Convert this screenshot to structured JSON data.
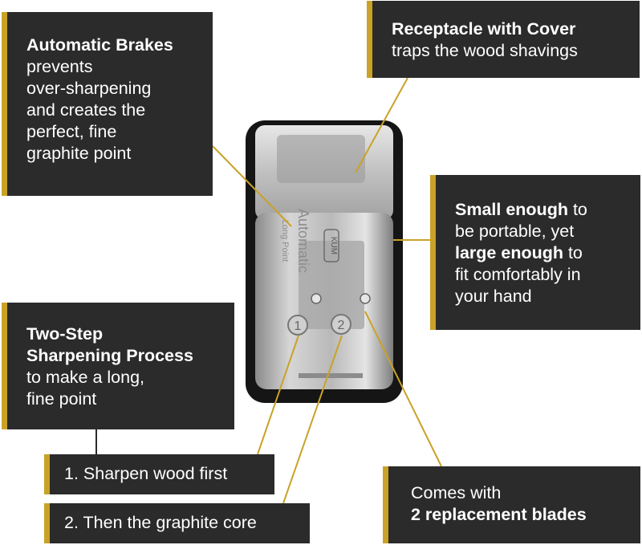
{
  "callouts": {
    "brakes": {
      "heading": "Automatic Brakes",
      "text_lines": [
        "prevents",
        "over-sharpening",
        "and creates the",
        "perfect, fine",
        "graphite point"
      ]
    },
    "receptacle": {
      "heading": "Receptacle with Cover",
      "text": "traps the wood shavings"
    },
    "size": {
      "l1_bold": "Small enough",
      "l1_rest": " to",
      "l2": "be portable, yet",
      "l3_bold": "large enough",
      "l3_rest": " to",
      "l4": "fit comfortably in",
      "l5": "your hand"
    },
    "two_step": {
      "heading_lines": [
        "Two-Step",
        "Sharpening Process"
      ],
      "text_lines": [
        "to make a long,",
        "fine point"
      ]
    },
    "step1": "1. Sharpen wood first",
    "step2": "2. Then the graphite core",
    "blades": {
      "line1": "Comes with",
      "line2_bold": "2 replacement blades"
    }
  },
  "product": {
    "side_text_1": "Automatic",
    "side_text_2": "Long Point",
    "logo": "KUM",
    "hole_1": "1",
    "hole_2": "2"
  },
  "colors": {
    "box": "#2b2b2b",
    "accent": "#c9a227",
    "text": "#ffffff"
  }
}
